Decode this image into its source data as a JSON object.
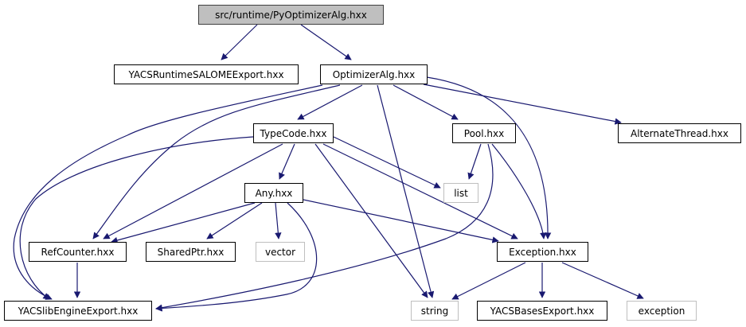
{
  "diagram": {
    "type": "include-dependency-graph",
    "edge_color": "#191970",
    "nodes": [
      {
        "id": "root",
        "label": "src/runtime/PyOptimizerAlg.hxx",
        "kind": "root"
      },
      {
        "id": "yacsruntime",
        "label": "YACSRuntimeSALOMEExport.hxx",
        "kind": "file"
      },
      {
        "id": "optimizeralg",
        "label": "OptimizerAlg.hxx",
        "kind": "file"
      },
      {
        "id": "typecode",
        "label": "TypeCode.hxx",
        "kind": "file"
      },
      {
        "id": "pool",
        "label": "Pool.hxx",
        "kind": "file"
      },
      {
        "id": "alternatethread",
        "label": "AlternateThread.hxx",
        "kind": "file"
      },
      {
        "id": "list",
        "label": "list",
        "kind": "system"
      },
      {
        "id": "any",
        "label": "Any.hxx",
        "kind": "file"
      },
      {
        "id": "refcounter",
        "label": "RefCounter.hxx",
        "kind": "file"
      },
      {
        "id": "sharedptr",
        "label": "SharedPtr.hxx",
        "kind": "file"
      },
      {
        "id": "vector",
        "label": "vector",
        "kind": "system"
      },
      {
        "id": "exceptionhxx",
        "label": "Exception.hxx",
        "kind": "file"
      },
      {
        "id": "yacslibengine",
        "label": "YACSlibEngineExport.hxx",
        "kind": "file"
      },
      {
        "id": "string",
        "label": "string",
        "kind": "system"
      },
      {
        "id": "yacsbases",
        "label": "YACSBasesExport.hxx",
        "kind": "file"
      },
      {
        "id": "exception",
        "label": "exception",
        "kind": "system"
      }
    ],
    "edges": [
      {
        "from": "root",
        "to": "yacsruntime"
      },
      {
        "from": "root",
        "to": "optimizeralg"
      },
      {
        "from": "optimizeralg",
        "to": "typecode"
      },
      {
        "from": "optimizeralg",
        "to": "pool"
      },
      {
        "from": "optimizeralg",
        "to": "alternatethread"
      },
      {
        "from": "optimizeralg",
        "to": "refcounter"
      },
      {
        "from": "optimizeralg",
        "to": "yacslibengine"
      },
      {
        "from": "optimizeralg",
        "to": "string"
      },
      {
        "from": "optimizeralg",
        "to": "exceptionhxx"
      },
      {
        "from": "typecode",
        "to": "any"
      },
      {
        "from": "typecode",
        "to": "list"
      },
      {
        "from": "typecode",
        "to": "refcounter"
      },
      {
        "from": "typecode",
        "to": "yacslibengine"
      },
      {
        "from": "typecode",
        "to": "string"
      },
      {
        "from": "typecode",
        "to": "exceptionhxx"
      },
      {
        "from": "pool",
        "to": "list"
      },
      {
        "from": "pool",
        "to": "exceptionhxx"
      },
      {
        "from": "pool",
        "to": "yacslibengine"
      },
      {
        "from": "any",
        "to": "refcounter"
      },
      {
        "from": "any",
        "to": "sharedptr"
      },
      {
        "from": "any",
        "to": "vector"
      },
      {
        "from": "any",
        "to": "exceptionhxx"
      },
      {
        "from": "any",
        "to": "yacslibengine"
      },
      {
        "from": "refcounter",
        "to": "yacslibengine"
      },
      {
        "from": "exceptionhxx",
        "to": "string"
      },
      {
        "from": "exceptionhxx",
        "to": "yacsbases"
      },
      {
        "from": "exceptionhxx",
        "to": "exception"
      }
    ]
  }
}
